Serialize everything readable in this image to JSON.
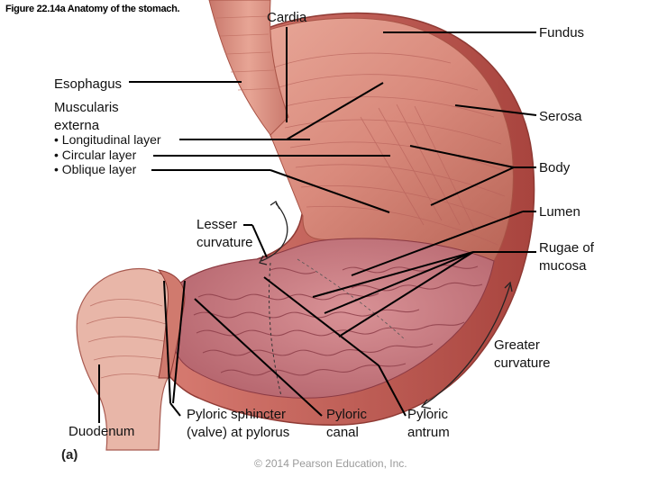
{
  "figure_caption": "Figure 22.14a Anatomy of the stomach.",
  "part_label": "(a)",
  "copyright": "© 2014 Pearson Education, Inc.",
  "labels": {
    "cardia": "Cardia",
    "fundus": "Fundus",
    "esophagus": "Esophagus",
    "muscularis_line1": "Muscularis",
    "muscularis_line2": "externa",
    "longitudinal": "• Longitudinal layer",
    "circular": "• Circular layer",
    "oblique": "• Oblique layer",
    "serosa": "Serosa",
    "body": "Body",
    "lumen": "Lumen",
    "lesser_line1": "Lesser",
    "lesser_line2": "curvature",
    "rugae_line1": "Rugae of",
    "rugae_line2": "mucosa",
    "greater_line1": "Greater",
    "greater_line2": "curvature",
    "duodenum": "Duodenum",
    "pyloric_sphincter_line1": "Pyloric sphincter",
    "pyloric_sphincter_line2": "(valve) at pylorus",
    "pyloric_canal_line1": "Pyloric",
    "pyloric_canal_line2": "canal",
    "pyloric_antrum_line1": "Pyloric",
    "pyloric_antrum_line2": "antrum"
  },
  "colors": {
    "muscle": "#d98a7c",
    "muscle_dark": "#b5554a",
    "serosa": "#c4605a",
    "mucosa": "#c87a7e",
    "rugae": "#8e3f4a",
    "duodenum": "#e8b6a8",
    "leader": "#000000"
  }
}
